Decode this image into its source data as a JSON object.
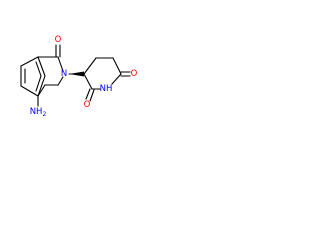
{
  "molecule": {
    "labels": {
      "carbonyl_o_top": "O",
      "ring_n": "N",
      "amine": "NH",
      "amine_subscript": "2",
      "imide_nh": "NH",
      "carbonyl_o_lower": "O",
      "carbonyl_o_right": "O"
    },
    "colors": {
      "oxygen": "#ff0000",
      "nitrogen": "#0000ff",
      "bond": "#000000"
    }
  }
}
